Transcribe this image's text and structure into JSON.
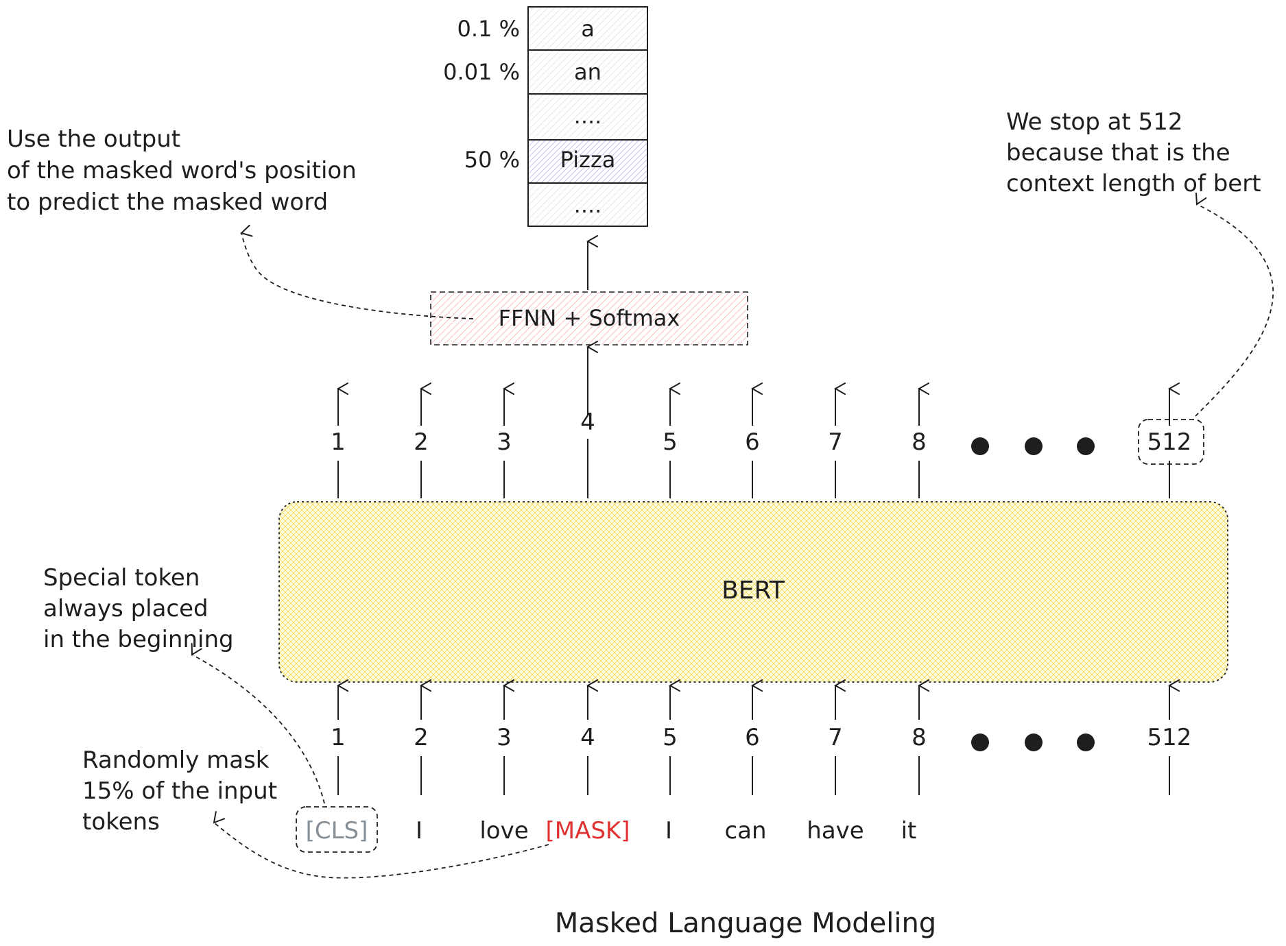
{
  "title": "Masked Language Modeling",
  "bert": {
    "label": "BERT"
  },
  "ffnn": {
    "label": "FFNN + Softmax"
  },
  "output_positions": [
    "1",
    "2",
    "3",
    "4",
    "5",
    "6",
    "7",
    "8",
    "512"
  ],
  "input_positions": [
    "1",
    "2",
    "3",
    "4",
    "5",
    "6",
    "7",
    "8",
    "512"
  ],
  "tokens": [
    "[CLS]",
    "I",
    "love",
    "[MASK]",
    "I",
    "can",
    "have",
    "it"
  ],
  "vocab": [
    {
      "pct": "0.1 %",
      "word": "a"
    },
    {
      "pct": "0.01 %",
      "word": "an"
    },
    {
      "pct": "",
      "word": "...."
    },
    {
      "pct": "50 %",
      "word": "Pizza"
    },
    {
      "pct": "",
      "word": "...."
    }
  ],
  "notes": {
    "output_note": [
      "Use the output",
      "of the masked word's position",
      "to predict the masked word"
    ],
    "context_note": [
      "We stop at 512",
      "because that is the",
      "context length of bert"
    ],
    "special_note": [
      "Special token",
      "always placed",
      "in the beginning"
    ],
    "mask_note": [
      "Randomly mask",
      "15% of the input",
      "tokens"
    ]
  },
  "colors": {
    "bert_fill": "#fff3a8",
    "ffnn_fill": "#ffe3e3",
    "pizza_fill": "#e6e6ff",
    "mask_token": "#e03131",
    "cls_token": "#868e96",
    "ink": "#1e1e1e"
  }
}
